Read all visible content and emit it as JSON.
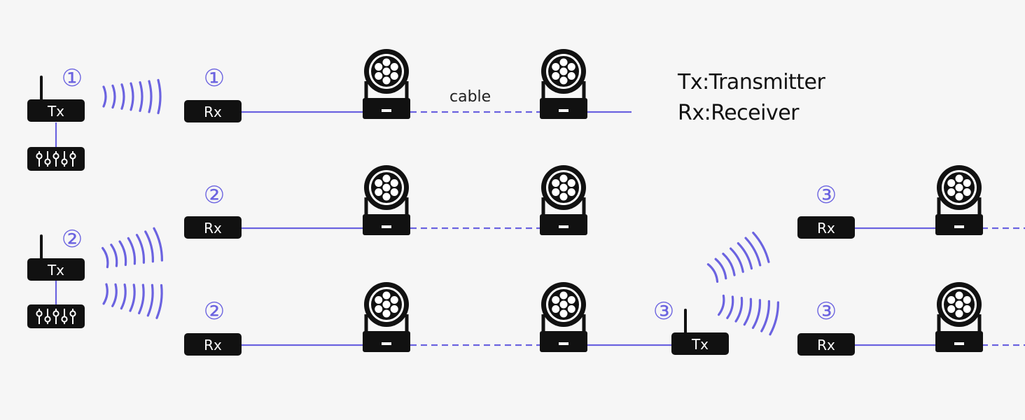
{
  "legend": {
    "tx_line": "Tx:Transmitter",
    "rx_line": "Rx:Receiver"
  },
  "cable_label": "cable",
  "labels": {
    "tx": "Tx",
    "rx": "Rx",
    "channel_1": "①",
    "channel_2": "②",
    "channel_3": "③"
  },
  "colors": {
    "accent": "#6b63e0",
    "device": "#111111",
    "background": "#f6f6f6"
  },
  "icons": [
    "transmitter-icon",
    "receiver-icon",
    "dmx-controller-icon",
    "moving-head-light-icon",
    "wireless-signal-icon"
  ]
}
